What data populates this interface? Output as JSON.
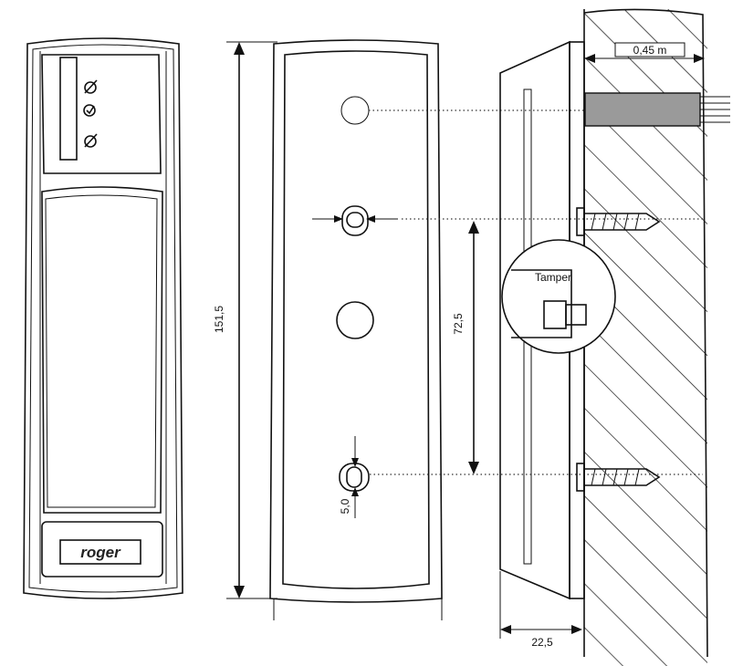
{
  "front_view": {
    "logo_text": "roger",
    "icons": [
      "padlock-open-icon",
      "shield-check-icon",
      "padlock-closed-icon"
    ]
  },
  "back_view": {
    "height_label": "151,5",
    "hole_spacing_label": "72,5",
    "slot_label": "5,0"
  },
  "side_view": {
    "cable_label": "0,45 m",
    "depth_label": "22,5",
    "tamper_label": "Tamper"
  },
  "colors": {
    "line": "#111111",
    "cable": "#9a9a9a",
    "background": "#ffffff"
  }
}
